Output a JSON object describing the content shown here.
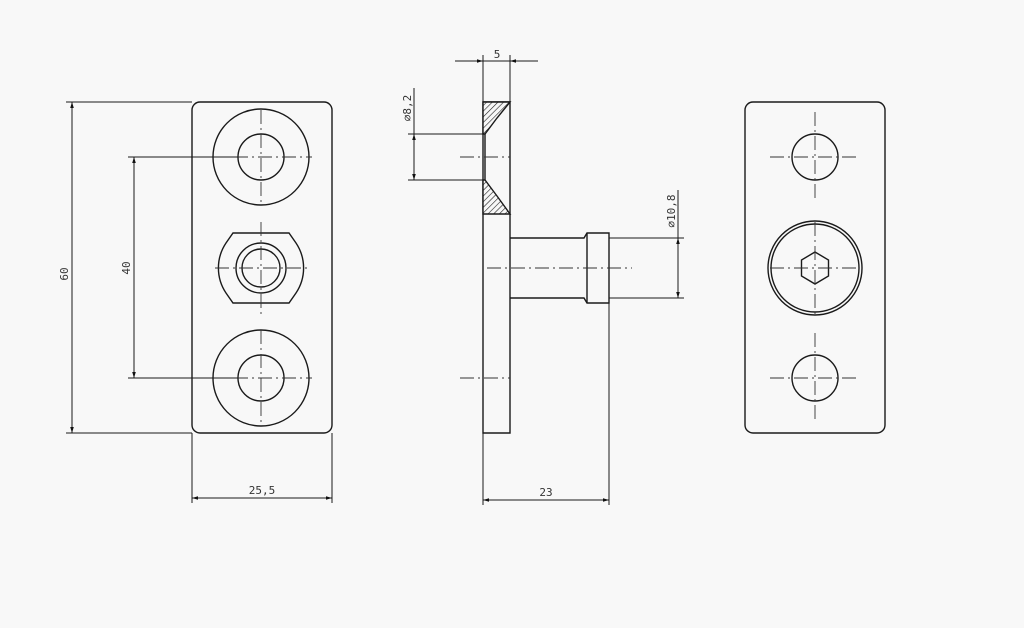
{
  "drawing": {
    "background": "#f8f8f8",
    "line_color": "#1a1a1a",
    "centerline_color": "#333333",
    "views": {
      "front": {
        "label": "front-view"
      },
      "side": {
        "label": "side-section-view"
      },
      "rear": {
        "label": "rear-view"
      }
    },
    "dimensions": {
      "overall_height": "60",
      "hole_spacing": "40",
      "width": "25,5",
      "plate_thickness": "5",
      "countersink_diameter": "⌀8,2",
      "boss_diameter": "⌀10,8",
      "overall_depth": "23"
    }
  }
}
